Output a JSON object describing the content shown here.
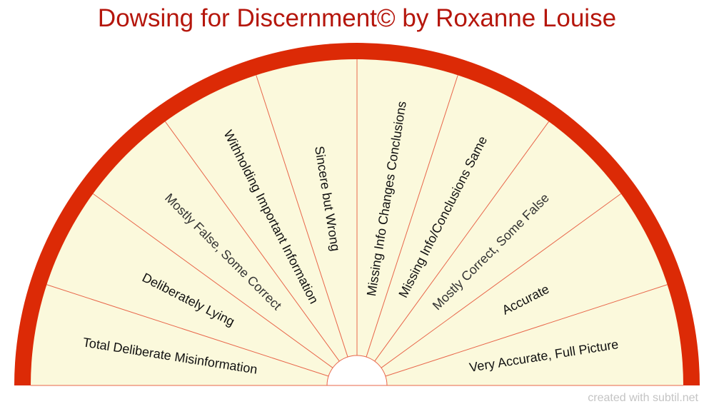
{
  "title": "Dowsing for Discernment© by Roxanne Louise",
  "credit": "created with subtil.net",
  "colors": {
    "title": "#b5160c",
    "rim": "#dc2a06",
    "fill": "#fbf9dc",
    "divider": "#e8664a",
    "label": "#111111",
    "label_light": "#333333",
    "credit": "#c4c4c4"
  },
  "segments": [
    {
      "label": "Total Deliberate Misinformation",
      "style": "normal"
    },
    {
      "label": "Deliberately Lying",
      "style": "normal"
    },
    {
      "label": "Mostly False, Some Correct",
      "style": "light"
    },
    {
      "label": "Withholding Important Information",
      "style": "normal"
    },
    {
      "label": "Sincere but Wrong",
      "style": "normal"
    },
    {
      "label": "Missing Info Changes Conclusions",
      "style": "normal"
    },
    {
      "label": "Missing Info/Conclusions Same",
      "style": "normal"
    },
    {
      "label": "Mostly Correct, Some False",
      "style": "light"
    },
    {
      "label": "Accurate",
      "style": "normal"
    },
    {
      "label": "Very Accurate, Full Picture",
      "style": "normal"
    }
  ]
}
